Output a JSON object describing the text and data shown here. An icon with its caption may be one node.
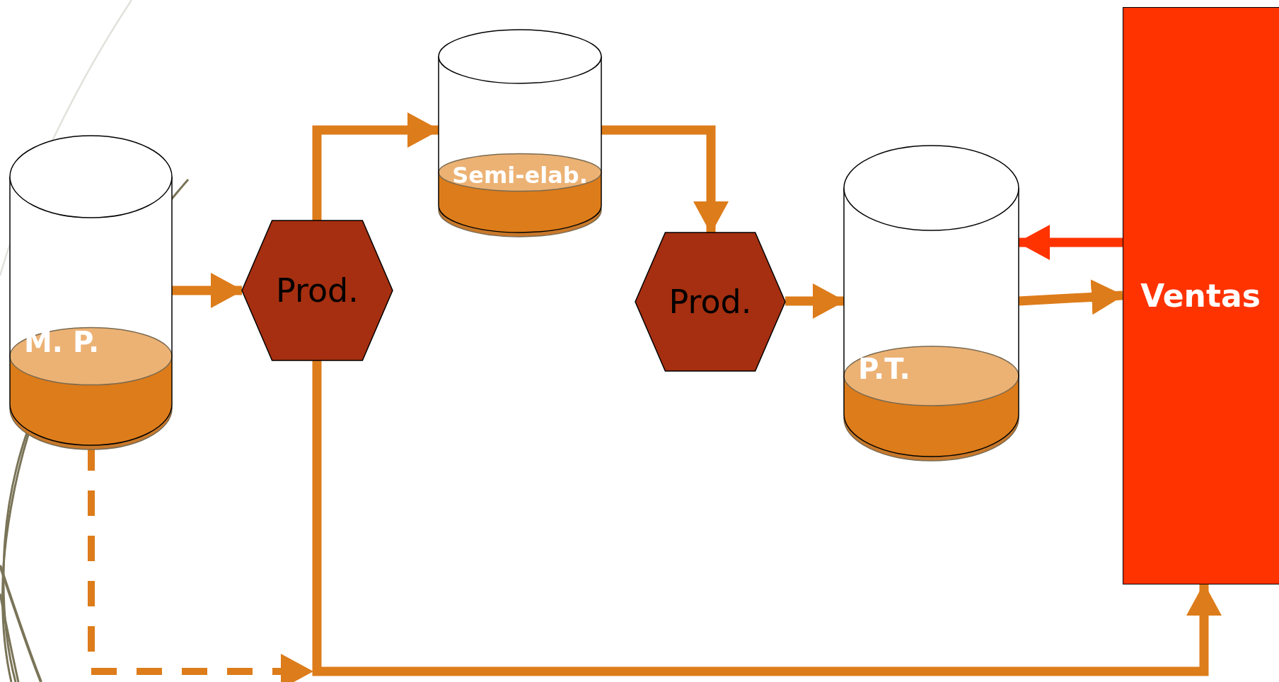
{
  "diagram": {
    "nodes": [
      {
        "text": [
          "M. P."
        ]
      },
      {
        "text": [
          "Prod."
        ]
      },
      {
        "text": [
          "Semi-elab."
        ]
      },
      {
        "text": [
          "Prod."
        ]
      },
      {
        "text": [
          "P.T."
        ]
      },
      {
        "text": [
          "Ventas"
        ]
      }
    ],
    "edges": [
      {
        "from": 0,
        "to": 1,
        "arrow": "to"
      },
      {
        "from": 1,
        "to": 2,
        "arrow": "to"
      },
      {
        "from": 2,
        "to": 3,
        "arrow": "to"
      },
      {
        "from": 3,
        "to": 4,
        "arrow": "to"
      },
      {
        "from": 4,
        "to": 5,
        "arrow": "to"
      },
      {
        "from": 5,
        "to": 4,
        "arrow": "to",
        "color": "#ff3300"
      },
      {
        "from": 1,
        "to": 5,
        "arrow": "to"
      },
      {
        "from": 0,
        "to": null,
        "arrow": "to",
        "style": "dashed"
      }
    ]
  }
}
